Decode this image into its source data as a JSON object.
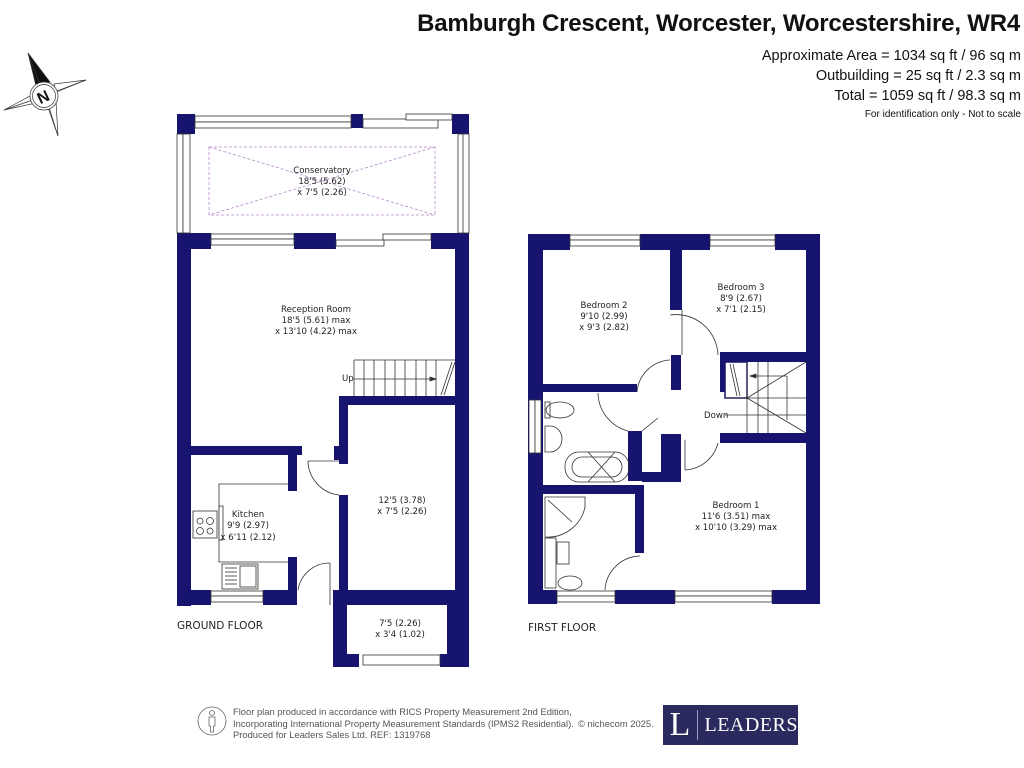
{
  "header": {
    "title": "Bamburgh Crescent, Worcester, Worcestershire, WR4",
    "area_lines": [
      "Approximate Area = 1034 sq ft / 96 sq m",
      "Outbuilding = 25 sq ft / 2.3 sq m",
      "Total = 1059 sq ft / 98.3 sq m"
    ],
    "note": "For identification only - Not to scale"
  },
  "compass": {
    "icon": "north-compass-icon",
    "label": "N"
  },
  "colors": {
    "wall": "#16146e",
    "logo_bg": "#2b2a5e"
  },
  "ground_floor": {
    "label": "GROUND FLOOR",
    "rooms": [
      {
        "name": "Conservatory",
        "dim1": "18'5 (5.62)",
        "dim2": "x 7'5 (2.26)"
      },
      {
        "name": "Reception Room",
        "dim1": "18'5 (5.61) max",
        "dim2": "x 13'10 (4.22) max"
      },
      {
        "name": "Kitchen",
        "dim1": "9'9 (2.97)",
        "dim2": "x 6'11 (2.12)"
      },
      {
        "name": "",
        "dim1": "12'5 (3.78)",
        "dim2": "x 7'5 (2.26)"
      },
      {
        "name": "",
        "dim1": "7'5  (2.26)",
        "dim2": "x 3'4 (1.02)"
      }
    ],
    "stairs_label": "Up"
  },
  "first_floor": {
    "label": "FIRST FLOOR",
    "rooms": [
      {
        "name": "Bedroom 2",
        "dim1": "9'10 (2.99)",
        "dim2": "x 9'3 (2.82)"
      },
      {
        "name": "Bedroom 3",
        "dim1": "8'9  (2.67)",
        "dim2": "x 7'1 (2.15)"
      },
      {
        "name": "Bedroom 1",
        "dim1": "11'6 (3.51) max",
        "dim2": "x 10'10 (3.29) max"
      }
    ],
    "stairs_label": "Down"
  },
  "footer": {
    "lines": [
      "Floor plan produced in accordance with RICS Property Measurement 2nd Edition,",
      "Incorporating International Property Measurement Standards (IPMS2 Residential).",
      "Produced for Leaders Sales Ltd.   REF:  1319768"
    ],
    "copyright": "© nichecom 2025.",
    "logo_letter": "L",
    "logo_word": "LEADERS"
  }
}
